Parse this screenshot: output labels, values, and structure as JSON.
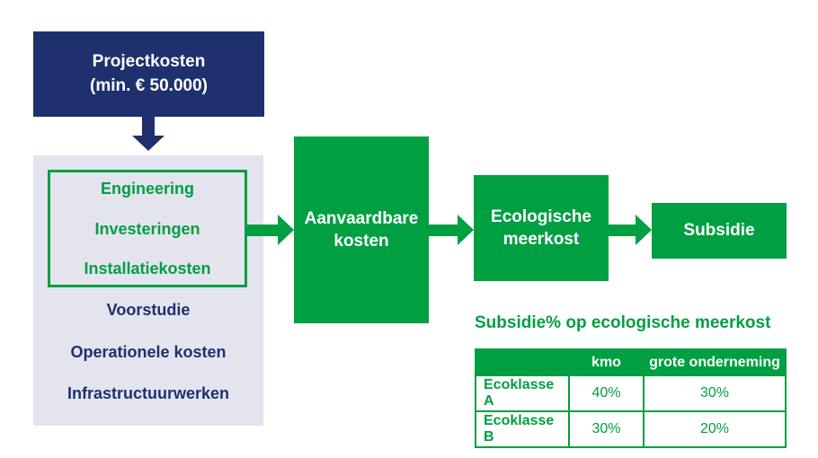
{
  "colors": {
    "navy": "#1e316e",
    "green": "#009f42",
    "lavender": "#e4e4ef",
    "white": "#ffffff"
  },
  "flow": {
    "project_box": {
      "line1": "Projectkosten",
      "line2": "(min. € 50.000)"
    },
    "eligible_costs": {
      "included": [
        "Engineering",
        "Investeringen",
        "Installatiekosten"
      ],
      "excluded": [
        "Voorstudie",
        "Operationele kosten",
        "Infrastructuurwerken"
      ]
    },
    "steps": [
      "Aanvaardbare kosten",
      "Ecologische meerkost",
      "Subsidie"
    ]
  },
  "table": {
    "title": "Subsidie% op ecologische meerkost",
    "columns": [
      "",
      "kmo",
      "grote onderneming"
    ],
    "rows": [
      {
        "label": "Ecoklasse A",
        "kmo": "40%",
        "grote_onderneming": "30%"
      },
      {
        "label": "Ecoklasse B",
        "kmo": "30%",
        "grote_onderneming": "20%"
      }
    ]
  }
}
